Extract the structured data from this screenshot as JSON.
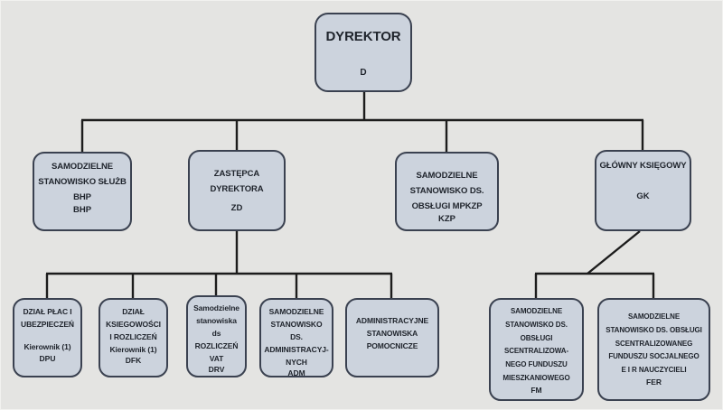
{
  "palette": {
    "background": "#e4e4e2",
    "node_fill": "#ccd3dd",
    "node_border": "#3a4150",
    "connector": "#1c1c1c",
    "text": "#20252d"
  },
  "diagram_type": "organizational-chart",
  "nodes": [
    {
      "key": "dyrektor",
      "lines": [
        "DYREKTOR"
      ],
      "code": "D"
    },
    {
      "key": "bhp",
      "lines": [
        "SAMODZIELNE",
        "STANOWISKO SŁUŻB",
        "BHP"
      ],
      "code": "BHP"
    },
    {
      "key": "zd",
      "lines": [
        "ZASTĘPCA",
        "DYREKTORA"
      ],
      "code": "ZD"
    },
    {
      "key": "kzp",
      "lines": [
        "SAMODZIELNE",
        "STANOWISKO DS.",
        "OBSŁUGI MPKZP"
      ],
      "code": "KZP"
    },
    {
      "key": "gk",
      "lines": [
        "GŁÓWNY KSIĘGOWY"
      ],
      "code": "GK"
    },
    {
      "key": "dpu",
      "lines": [
        "DZIAŁ PŁAC  I",
        "UBEZPIECZEŃ"
      ],
      "staff": "Kierownik (1)",
      "code": "DPU"
    },
    {
      "key": "dfk",
      "lines": [
        "DZIAŁ",
        "KSIEGOWOŚCI",
        "I ROZLICZEŃ"
      ],
      "staff": "Kierownik (1)",
      "code": "DFK"
    },
    {
      "key": "drv",
      "lines": [
        "Samodzielne",
        "stanowiska",
        "ds",
        "ROZLICZEŃ",
        "VAT"
      ],
      "code": "DRV"
    },
    {
      "key": "adm",
      "lines": [
        "SAMODZIELNE",
        "STANOWISKO DS.",
        "ADMINISTRACYJ-",
        "NYCH"
      ],
      "code": "ADM"
    },
    {
      "key": "pomocnicze",
      "lines": [
        "ADMINISTRACYJNE",
        "STANOWISKA",
        "POMOCNICZE"
      ],
      "code": ""
    },
    {
      "key": "fm",
      "lines": [
        "SAMODZIELNE",
        "STANOWISKO DS.",
        "OBSŁUGI",
        "SCENTRALIZOWA-",
        "NEGO FUNDUSZU",
        "MIESZKANIOWEGO"
      ],
      "code": "FM"
    },
    {
      "key": "fer",
      "lines": [
        "SAMODZIELNE",
        "STANOWISKO DS. OBSŁUGI",
        "SCENTRALIZOWANEG",
        "FUNDUSZU SOCJALNEGO",
        "E I R   NAUCZYCIELI"
      ],
      "code": "FER"
    }
  ]
}
